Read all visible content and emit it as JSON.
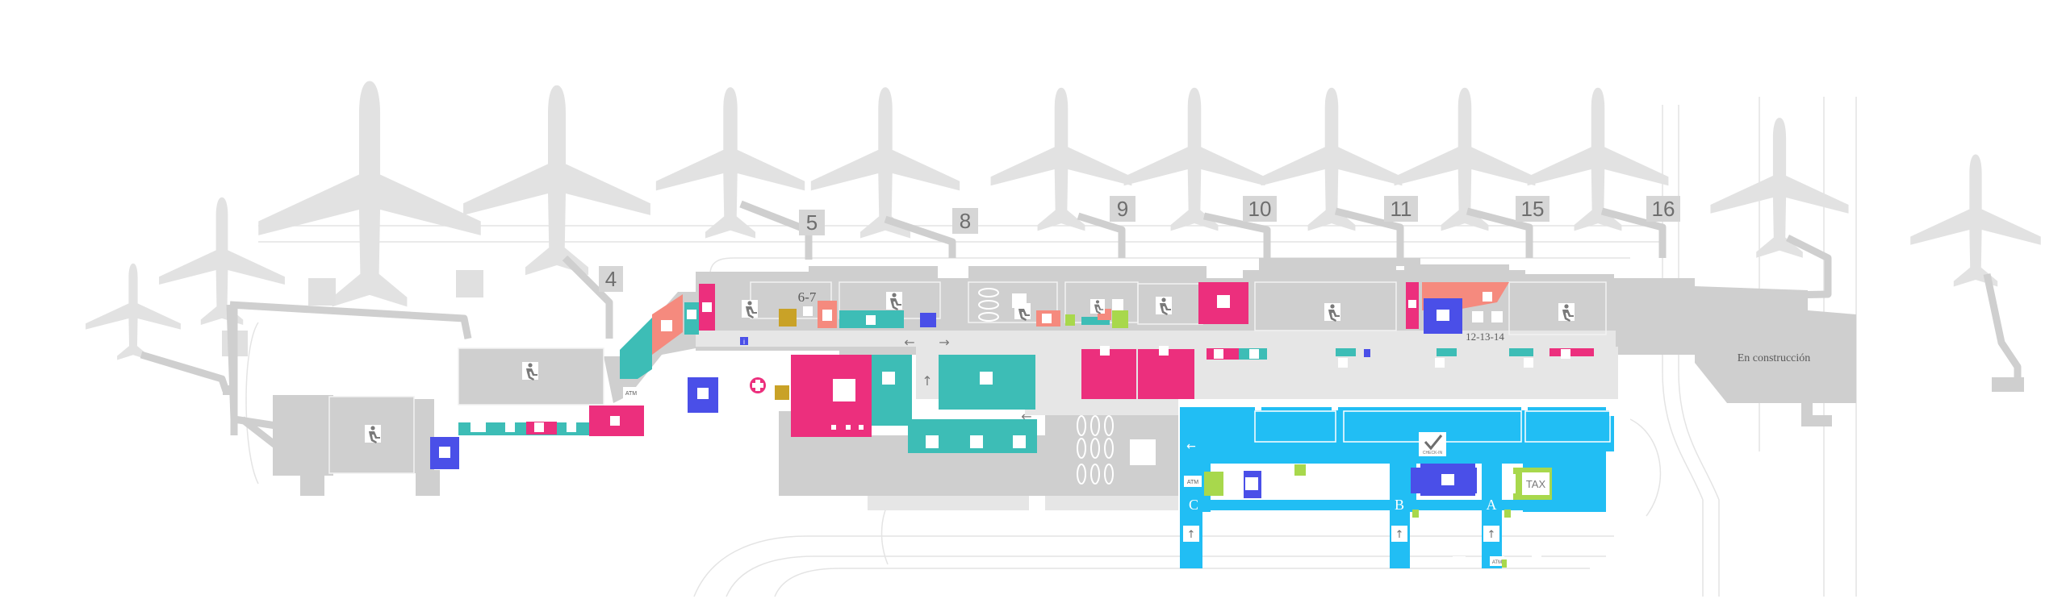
{
  "gates": [
    "4",
    "5",
    "6-7",
    "8",
    "9",
    "10",
    "11",
    "12-13-14",
    "15",
    "16"
  ],
  "zones": {
    "construction": "En construcción",
    "check_in": "CHECK-IN"
  },
  "halls": [
    "A",
    "B",
    "C"
  ],
  "labels": {
    "taxi": "TAX",
    "atm": "ATM",
    "info": "i"
  },
  "colors": {
    "building": "#cfcfcf",
    "apron": "#e6e6e6",
    "plane": "#e2e2e2",
    "shops": "#3dbdb6",
    "food": "#ec2f7d",
    "services": "#4a4fe8",
    "check_in_hall": "#21bef4",
    "salmon": "#f58a7e",
    "lime": "#a8d84c",
    "gold": "#c9a227"
  },
  "icons": [
    "gift-icon",
    "cup-icon",
    "seat-icon",
    "restroom-icon",
    "luggage-icon",
    "info-icon",
    "first-aid-icon",
    "currency-icon",
    "elevator-icon",
    "arrow-icon",
    "baggage-icon",
    "atm-icon"
  ]
}
